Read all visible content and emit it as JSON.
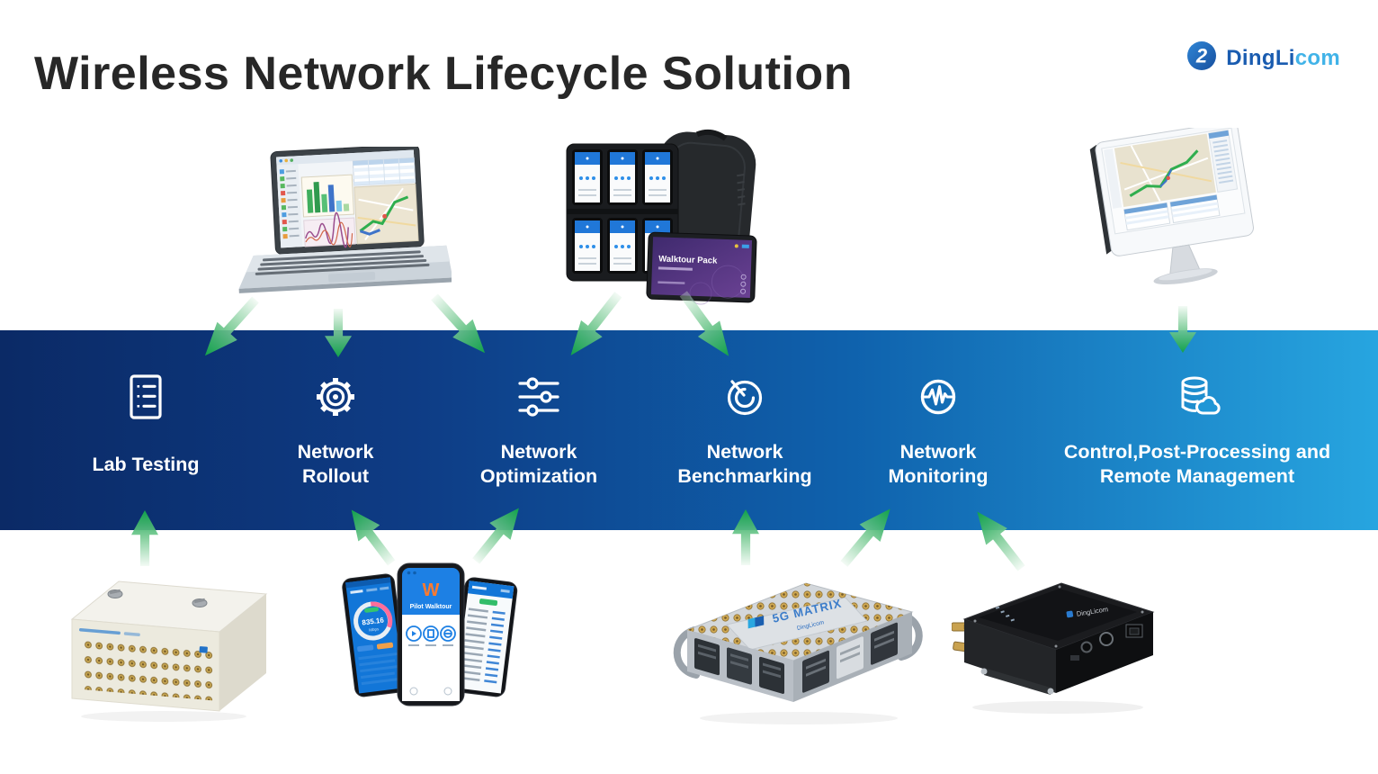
{
  "slide": {
    "title": "Wireless Network Lifecycle Solution"
  },
  "brand": {
    "logo_icon": "dingli-logo-icon",
    "name_bold": "DingLi",
    "name_light": "com"
  },
  "lifecycle_band": {
    "background_gradient": [
      "#0B2A66",
      "#0E3C85",
      "#0F62AD",
      "#27A5E0"
    ],
    "stages": [
      {
        "id": "lab-testing",
        "icon": "checklist-icon",
        "lines": [
          "Lab Testing"
        ]
      },
      {
        "id": "network-rollout",
        "icon": "gear-icon",
        "lines": [
          "Network",
          "Rollout"
        ]
      },
      {
        "id": "network-optimization",
        "icon": "sliders-icon",
        "lines": [
          "Network",
          "Optimization"
        ]
      },
      {
        "id": "network-benchmarking",
        "icon": "gauge-icon",
        "lines": [
          "Network",
          "Benchmarking"
        ]
      },
      {
        "id": "network-monitoring",
        "icon": "waveform-circle-icon",
        "lines": [
          "Network",
          "Monitoring"
        ]
      },
      {
        "id": "control-post-processing",
        "icon": "database-cloud-icon",
        "lines": [
          "Control,Post-Processing and",
          "Remote Management"
        ]
      }
    ]
  },
  "devices": {
    "laptop": {
      "name": "drive-test-analysis-laptop"
    },
    "walktour_pack": {
      "name": "walktour-pack-backpack",
      "tablet_title": "Walktour Pack"
    },
    "workstation": {
      "name": "monitoring-workstation"
    },
    "lab_chassis": {
      "name": "multiport-lab-testing-chassis"
    },
    "phones": {
      "name": "walktour-app-phones",
      "app_title": "Pilot Walktour",
      "gauge_value": "835.16",
      "gauge_unit": "Mbps"
    },
    "matrix": {
      "name": "5g-matrix-benchmarking-unit",
      "top_label": "5G MATRIX",
      "brand_label": "DingLicom"
    },
    "probe": {
      "name": "remote-monitoring-probe",
      "top_label": "DingLicom"
    }
  },
  "arrows": {
    "tail_color": "#D9F0DF",
    "head_color": "#12A24B"
  }
}
